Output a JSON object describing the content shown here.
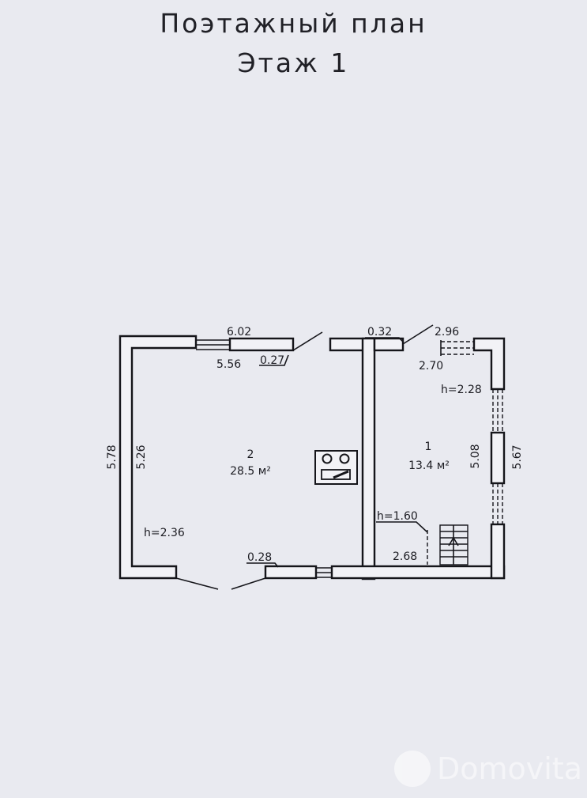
{
  "header": {
    "title": "Поэтажный план",
    "floor": "Этаж 1"
  },
  "rooms": [
    {
      "number": "2",
      "area": "28.5 м²",
      "height": "h=2.36"
    },
    {
      "number": "1",
      "area": "13.4 м²",
      "height": "h=2.28"
    }
  ],
  "dimensions": {
    "d_602": "6.02",
    "d_556": "5.56",
    "d_027": "0.27",
    "d_032": "0.32",
    "d_296": "2.96",
    "d_270": "2.70",
    "d_578": "5.78",
    "d_526": "5.26",
    "d_508": "5.08",
    "d_567": "5.67",
    "d_028": "0.28",
    "d_268": "2.68",
    "h_160": "h=1.60"
  },
  "watermark": {
    "text": "Domovita",
    "icon": "domovita-logo-icon"
  }
}
